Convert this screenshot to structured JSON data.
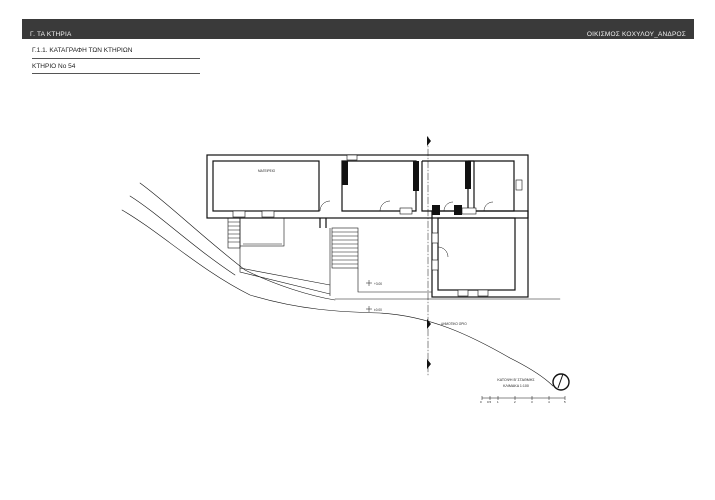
{
  "header": {
    "left_title": "Γ. ΤΑ ΚΤΗΡΙΑ",
    "right_title": "ΟΙΚΙΣΜΟΣ ΚΟΧΥΛΟΥ_ΑΝΔΡΟΣ"
  },
  "section": {
    "title": "Γ.1.1. ΚΑΤΑΓΡΑΦΗ ΤΩΝ ΚΤΗΡΙΩΝ",
    "building_id": "ΚΤΗΡΙΟ No 54"
  },
  "plan": {
    "room_label": "ΜΑΓΕΙΡΕΙΟ",
    "level_upper": "+3.00",
    "level_lower": "±0.00",
    "road_label": "ΔΗΜΟΤΙΚΟ ΟΡΙΟ",
    "caption_line1": "ΚΑΤΟΨΗ Β' ΣΤΑΘΜΗΣ",
    "caption_line2": "ΚΛΙΜΑΚΑ 1:100",
    "scale_ticks": [
      "0",
      "0.5",
      "1",
      "2",
      "3",
      "4",
      "5"
    ]
  },
  "colors": {
    "header_bg": "#3a3a3a",
    "header_text": "#f2f2f2",
    "wall_stroke": "#111111"
  }
}
